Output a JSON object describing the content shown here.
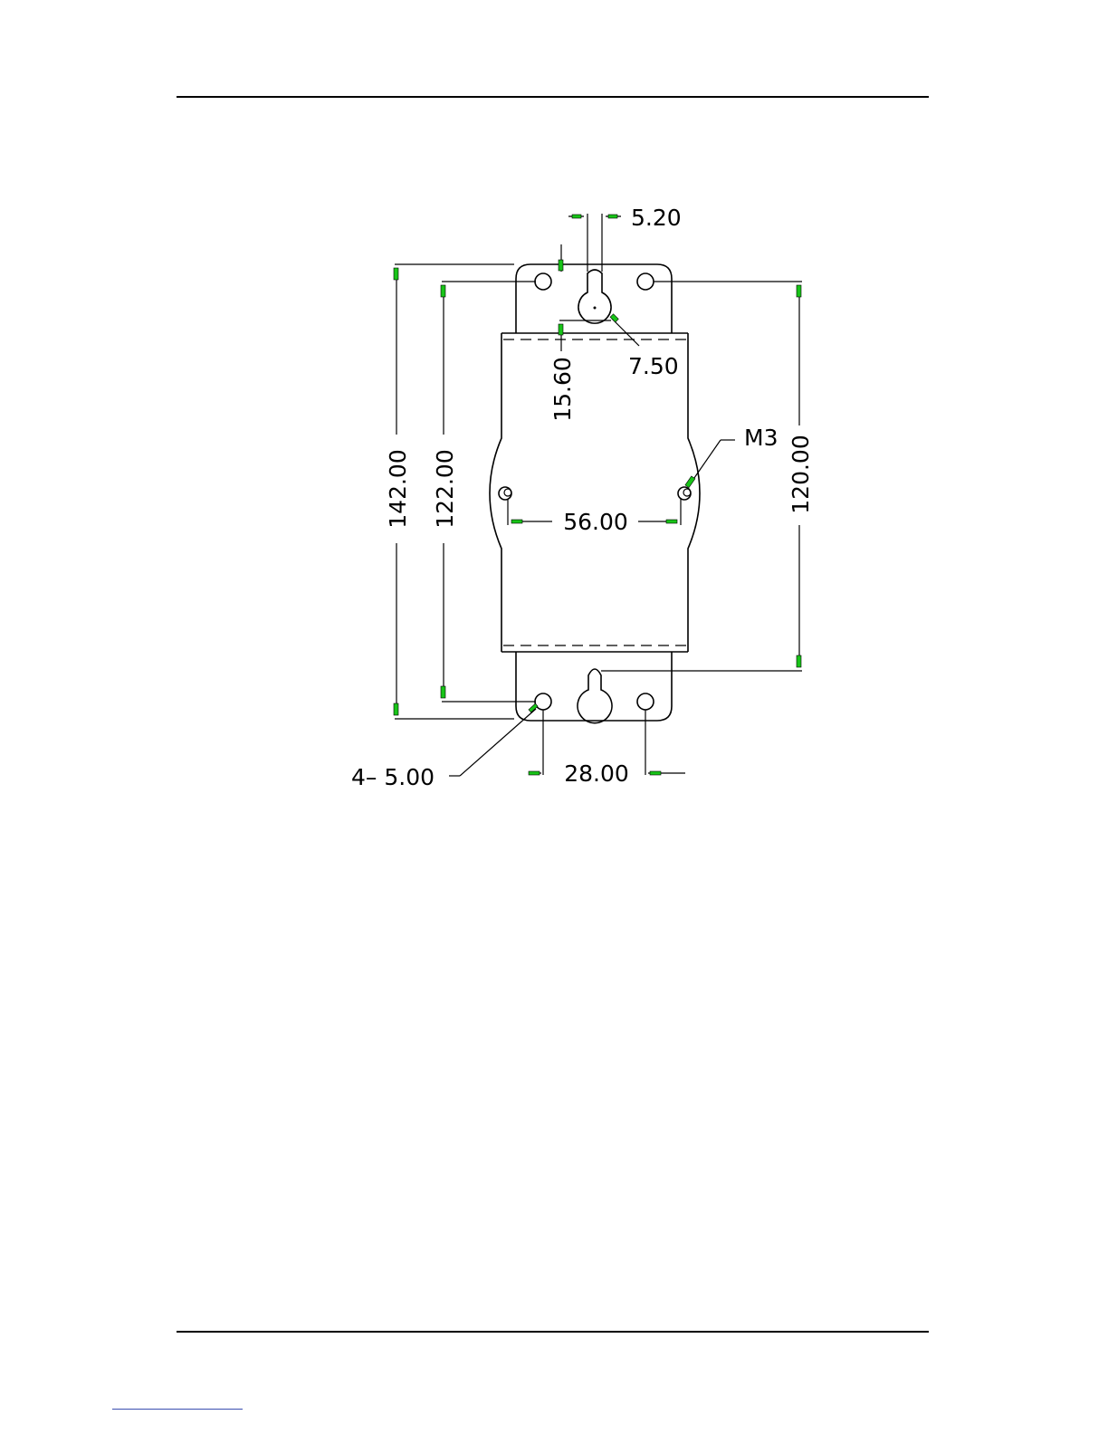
{
  "colors": {
    "ink": "#000000",
    "arrowhead": "#18c418",
    "footer_link": "#3a4fb0"
  },
  "drawing": {
    "dimensions": {
      "keyhole_width": "5.20",
      "keyhole_diameter": "7.50",
      "keyhole_depth": "15.60",
      "overall_height": "142.00",
      "hole_spacing_vertical": "122.00",
      "keyhole_spacing_vertical": "120.00",
      "side_hole_spacing": "56.00",
      "mount_hole_spacing": "28.00",
      "hole_callout": "4– 5.00",
      "thread_callout": "M3"
    }
  }
}
